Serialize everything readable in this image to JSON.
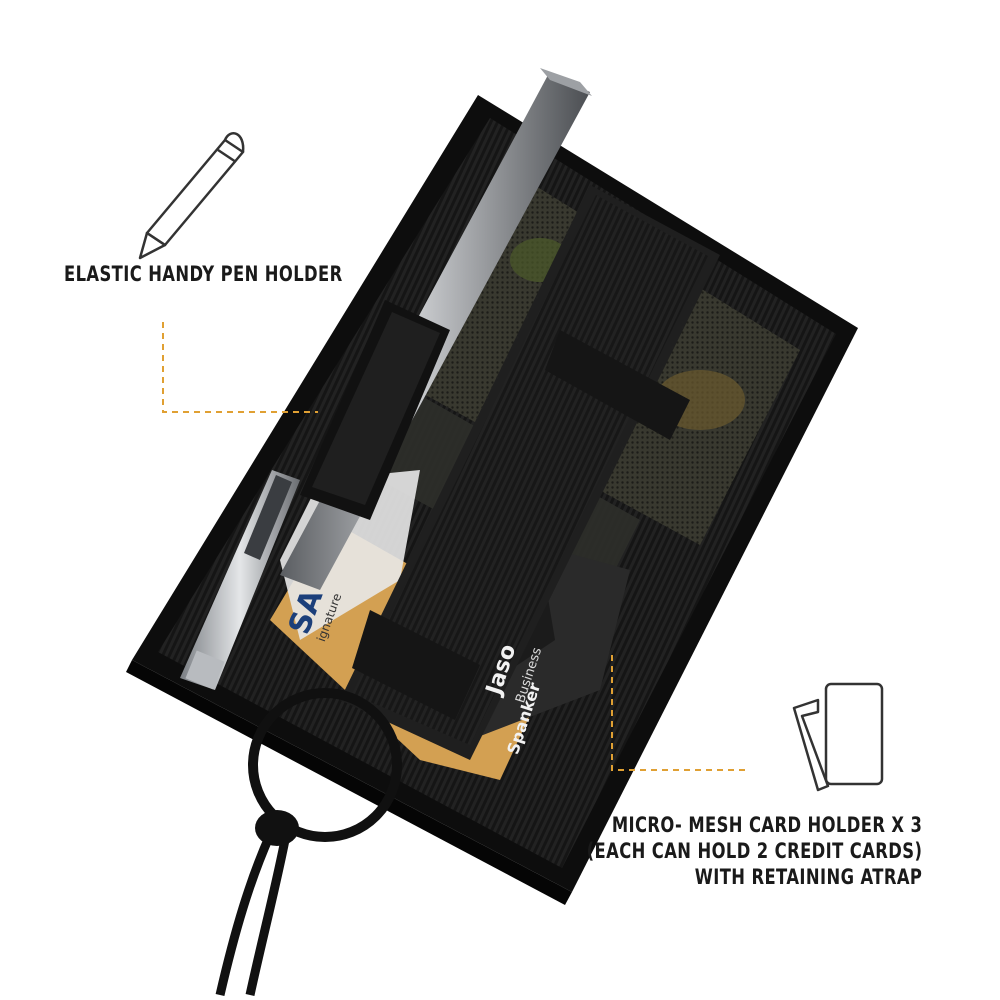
{
  "callouts": {
    "pen_holder": {
      "label": "ELASTIC HANDY PEN HOLDER",
      "icon": "pencil-icon"
    },
    "card_holder": {
      "lines": [
        "MICRO- MESH CARD HOLDER X 3",
        "(EACH CAN HOLD 2 CREDIT CARDS)",
        "WITH RETAINING ATRAP"
      ],
      "icon": "cards-icon"
    }
  },
  "product_text": {
    "card_text_1": "Jaso",
    "card_text_2": "Business",
    "card_text_3": "Spanker",
    "visa_text": "SA",
    "signature_text": "ignature"
  },
  "colors": {
    "leader_line": "#e0a033",
    "nylon": "#111111",
    "text": "#1a1a1a"
  }
}
